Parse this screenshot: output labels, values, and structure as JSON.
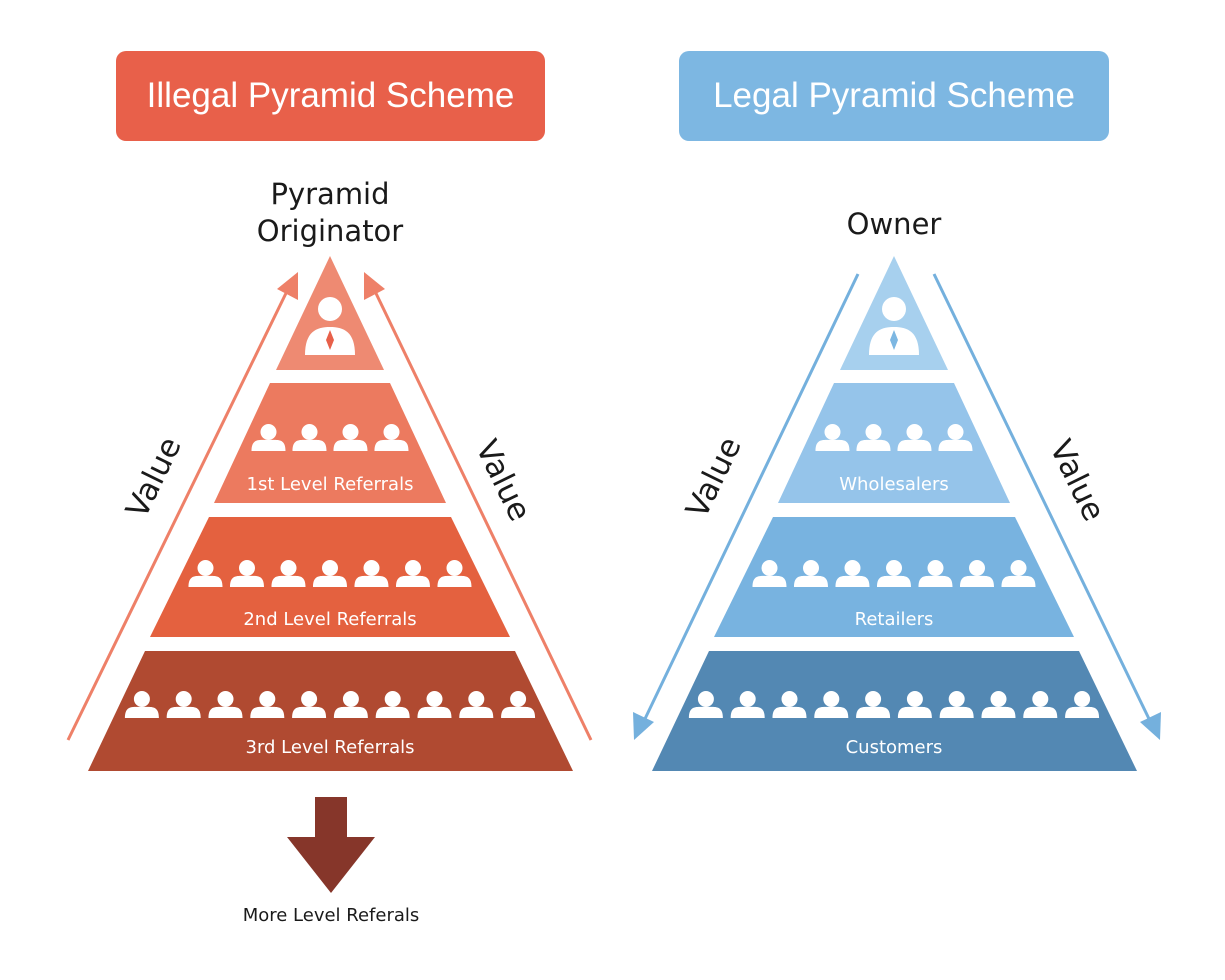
{
  "colors": {
    "illegal_header": "#E8604A",
    "illegal_tier_top": "#EE8A72",
    "illegal_tier_1": "#EC7A5F",
    "illegal_tier_2": "#E4613F",
    "illegal_tier_3": "#B04A31",
    "illegal_arrow": "#EE8068",
    "down_arrow": "#86362A",
    "legal_header": "#7DB7E2",
    "legal_tier_top": "#A7D0EE",
    "legal_tier_1": "#95C4EA",
    "legal_tier_2": "#78B3E0",
    "legal_tier_3": "#5388B3",
    "legal_arrow": "#74B0DD",
    "person": "#FFFFFF",
    "tie_illegal": "#E8604A",
    "tie_legal": "#7DB7E2",
    "text_dark": "#1A1A1A"
  },
  "illegal": {
    "title": "Illegal Pyramid Scheme",
    "top_label_line1": "Pyramid",
    "top_label_line2": "Originator",
    "arrow_left_label": "Value",
    "arrow_right_label": "Value",
    "tiers": [
      {
        "label": "1st Level Referrals",
        "people": 4
      },
      {
        "label": "2nd Level Referrals",
        "people": 7
      },
      {
        "label": "3rd Level Referrals",
        "people": 10
      }
    ],
    "bottom_label": "More Level Referals",
    "icons": [
      "businessman-icon",
      "person-icon",
      "down-arrow-icon"
    ]
  },
  "legal": {
    "title": "Legal Pyramid Scheme",
    "top_label": "Owner",
    "arrow_left_label": "Value",
    "arrow_right_label": "Value",
    "tiers": [
      {
        "label": "Wholesalers",
        "people": 4
      },
      {
        "label": "Retailers",
        "people": 7
      },
      {
        "label": "Customers",
        "people": 10
      }
    ],
    "icons": [
      "businessman-icon",
      "person-icon"
    ]
  }
}
